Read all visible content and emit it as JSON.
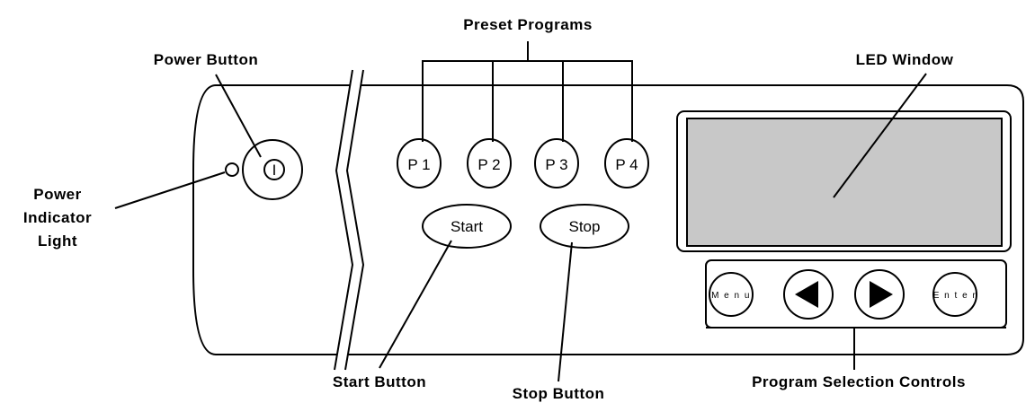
{
  "labels": {
    "power_button": "Power Button",
    "power_indicator_line1": "Power",
    "power_indicator_line2": "Indicator",
    "power_indicator_line3": "Light",
    "preset_programs": "Preset Programs",
    "led_window": "LED Window",
    "start_button": "Start Button",
    "stop_button": "Stop Button",
    "program_selection_controls": "Program Selection Controls"
  },
  "buttons": {
    "power_symbol": "I",
    "presets": [
      "P 1",
      "P 2",
      "P 3",
      "P 4"
    ],
    "start": "Start",
    "stop": "Stop",
    "menu": "M e n u",
    "enter": "E n t e r"
  },
  "colors": {
    "led_window_fill": "#c8c8c8",
    "outline": "#000000",
    "background": "#ffffff"
  },
  "icons": {
    "left_arrow": "left-triangle-icon",
    "right_arrow": "right-triangle-icon"
  }
}
